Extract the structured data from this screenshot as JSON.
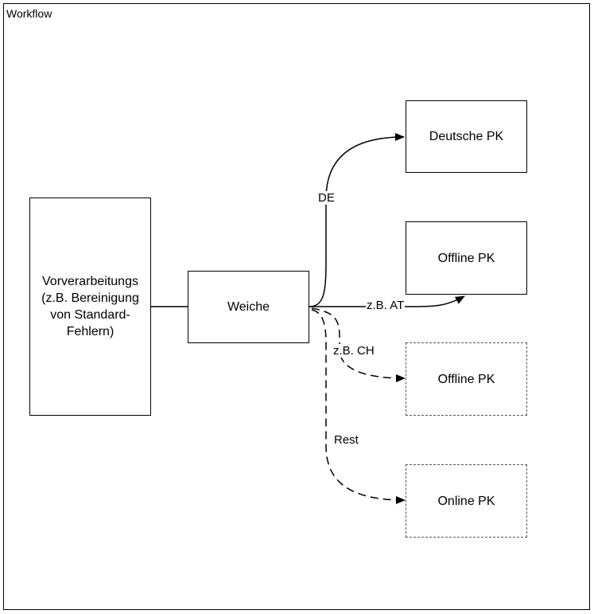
{
  "frame": {
    "title": "Workflow"
  },
  "nodes": {
    "vorverarbeitung": "Vorverarbeitungs (z.B. Bereinigung von Standard-Fehlern)",
    "weiche": "Weiche",
    "deutsche_pk": "Deutsche PK",
    "offline_pk_1": "Offline PK",
    "offline_pk_2": "Offline PK",
    "online_pk": "Online PK"
  },
  "edges": {
    "de": "DE",
    "at": "z.B. AT",
    "ch": "z.B. CH",
    "rest": "Rest"
  }
}
